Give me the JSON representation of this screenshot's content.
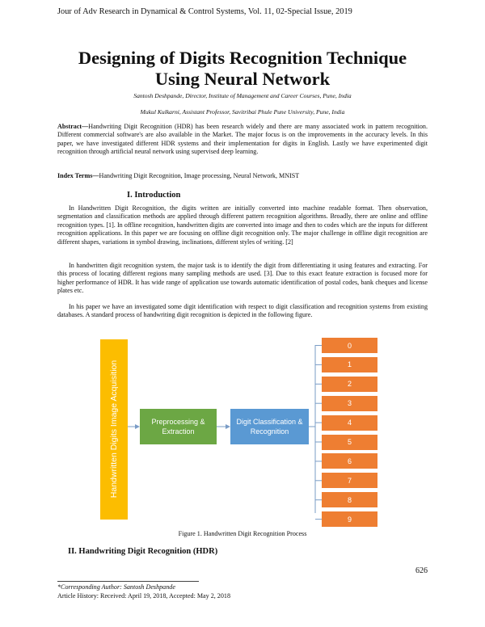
{
  "journal_header": "Jour of Adv Research in Dynamical & Control Systems, Vol. 11, 02-Special Issue, 2019",
  "title_line1": "Designing of Digits Recognition Technique",
  "title_line2": "Using Neural Network",
  "author1": "Santosh Deshpande, Director, Institute of Management and Career Courses, Pune, India",
  "author2": "Mukul Kulkarni, Assistant Professor, Savitribai Phule Pune University, Pune, India",
  "abstract_label": "Abstract—",
  "abstract_text": "Handwriting Digit Recognition (HDR) has been research widely and there are many associated work in pattern recognition. Different commercial software's are also available in the Market. The major focus is on the improvements in the accuracy levels. In this paper, we have investigated different HDR systems and their implementation for digits in English. Lastly we have experimented digit recognition through artificial neural network using supervised deep learning.",
  "index_label": "Index Terms—",
  "index_text": "Handwriting Digit Recognition, Image processing, Neural Network, MNIST",
  "section1_heading": "I.  Introduction",
  "intro_p1": "In Handwritten Digit Recognition, the digits written are initially converted into machine readable format. Then observation, segmentation and classification methods are applied through different pattern recognition algorithms. Broadly, there are online and offline recognition types. [1]. In offline recognition, handwritten digits are converted into image and then to codes which are the inputs for different recognition applications. In this paper we are focusing on offline digit recognition only. The major challenge in offline digit recognition are different shapes, variations in symbol drawing, inclinations, different styles of writing. [2]",
  "intro_p2": "In handwritten digit recognition system, the major task is to identify the digit from differentiating it using features and extracting. For this process of locating different regions many sampling methods are used. [3]. Due to this exact feature extraction is focused more for higher performance of HDR. It has wide range of application use towards automatic identification of postal codes, bank cheques and license plates etc.",
  "intro_p3": "In his paper we have an investigated some digit identification with respect to digit classification and recognition systems from existing databases. A standard process of handwriting digit recognition is depicted in the following figure.",
  "figure": {
    "acquisition_label": "Handwritten Digits Image Acquisition",
    "preprocessing_line1": "Preprocessing &",
    "preprocessing_line2": "Extraction",
    "classification_line1": "Digit Classification &",
    "classification_line2": "Recognition",
    "digits": [
      "0",
      "1",
      "2",
      "3",
      "4",
      "5",
      "6",
      "7",
      "8",
      "9"
    ],
    "colors": {
      "acquisition": "#fcbd00",
      "preprocessing": "#6ca744",
      "classification": "#5a99d3",
      "digits": "#ee7e32"
    }
  },
  "figure_caption": "Figure 1. Handwritten Digit Recognition Process",
  "section2_heading": "II.  Handwriting Digit Recognition (HDR)",
  "page_number": "626",
  "footnote_author": "*Corresponding Author: Santosh Deshpande",
  "footnote_history": "Article History: Received: April 19, 2018, Accepted: May 2, 2018"
}
